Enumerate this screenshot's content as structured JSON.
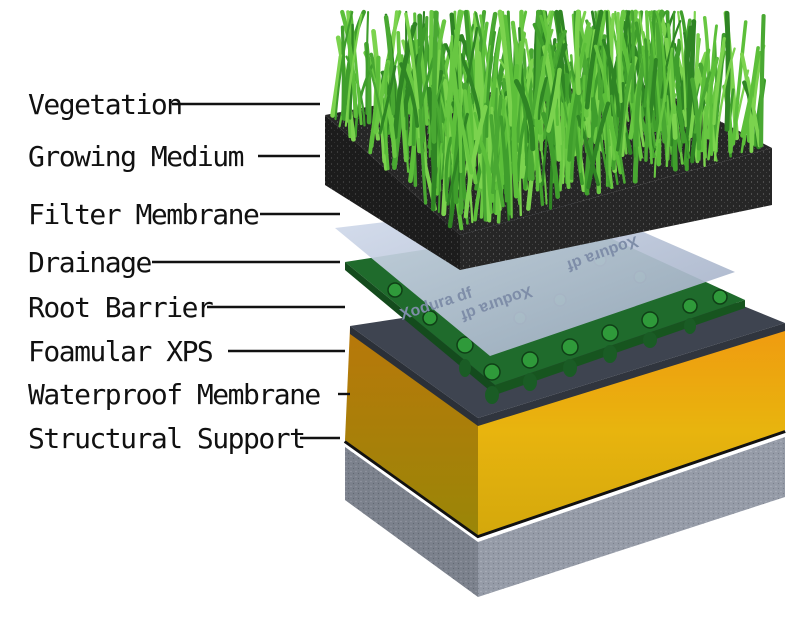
{
  "layers": [
    {
      "label": "Vegetation",
      "color": "#4fb032"
    },
    {
      "label": "Growing Medium",
      "color": "#222222"
    },
    {
      "label": "Filter Membrane",
      "color": "#b9c6da"
    },
    {
      "label": "Drainage",
      "color": "#1f6b2c"
    },
    {
      "label": "Root Barrier",
      "color": "#1f6b2c"
    },
    {
      "label": "Foamular XPS",
      "color": "#e0a212"
    },
    {
      "label": "Waterproof Membrane",
      "color": "#3e4450"
    },
    {
      "label": "Structural Support",
      "color": "#8c93a0"
    }
  ],
  "membrane_print": "Xodura df"
}
